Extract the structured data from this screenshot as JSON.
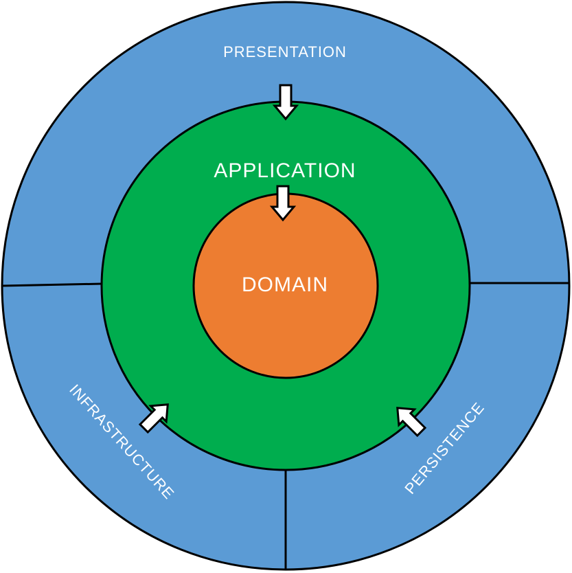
{
  "layers": {
    "outer": {
      "segments": [
        {
          "id": "presentation",
          "label": "PRESENTATION"
        },
        {
          "id": "infrastructure",
          "label": "INFRASTRUCTURE"
        },
        {
          "id": "persistence",
          "label": "PERSISTENCE"
        }
      ],
      "color": "#5b9bd5"
    },
    "middle": {
      "label": "APPLICATION",
      "color": "#00ad4e"
    },
    "core": {
      "label": "DOMAIN",
      "color": "#ed7d31"
    }
  },
  "stroke_color": "#000000",
  "arrow_color": "#ffffff"
}
